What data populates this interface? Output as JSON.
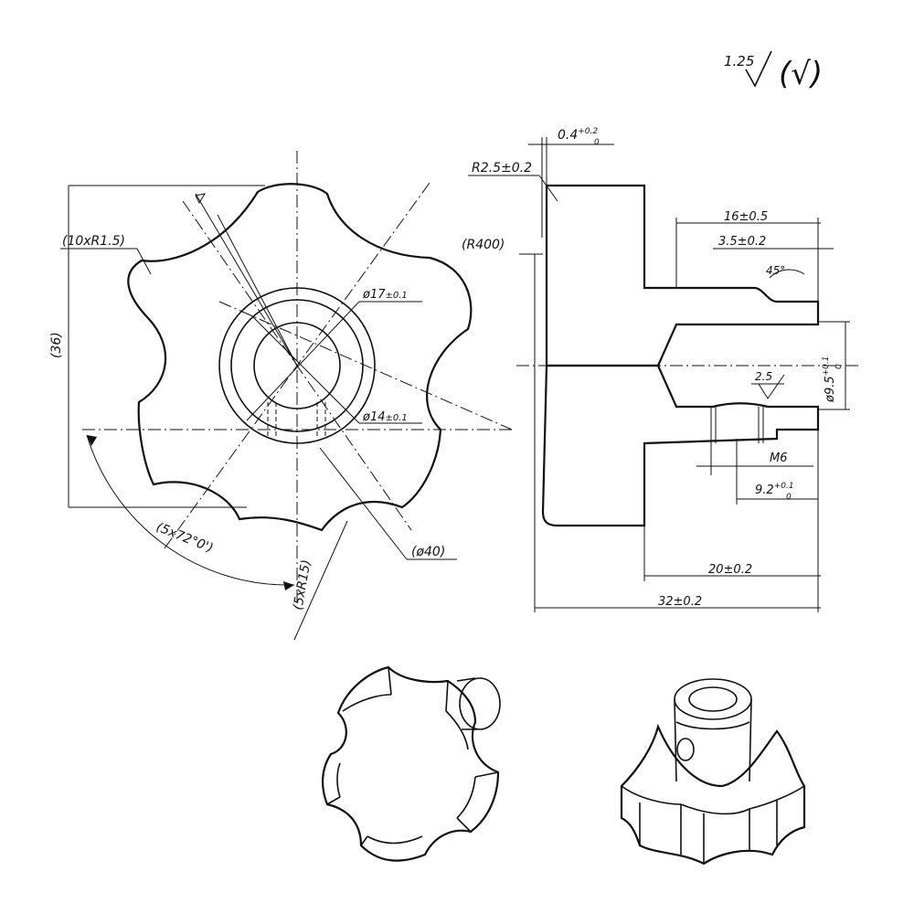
{
  "surface_finish": {
    "value": "1.25",
    "general_symbol": "(√)"
  },
  "front_view": {
    "lobe_fillet": "(10xR1.5)",
    "height": "(36)",
    "outer_ring_dia": "ø17",
    "outer_ring_tol": "±0.1",
    "inner_ring_dia": "ø14",
    "inner_ring_tol": "±0.1",
    "angular_spacing": "(5x72°0')",
    "lobe_radius": "(5xR15)",
    "overall_dia": "(ø40)"
  },
  "section_view": {
    "chamfer_label": "0.4",
    "chamfer_tol_upper": "+0.2",
    "chamfer_tol_lower": "0",
    "edge_radius": "R2.5±0.2",
    "face_radius": "(R400)",
    "shank_length": "16±0.5",
    "groove_offset": "3.5±0.2",
    "chamfer_angle": "45°",
    "bore_dia": "ø9.5",
    "bore_tol_upper": "+0.1",
    "bore_tol_lower": "0",
    "groove_finish": "2.5",
    "thread": "M6",
    "thread_pos": "9.2",
    "thread_tol_upper": "+0.1",
    "thread_tol_lower": "0",
    "neck_length": "20±0.2",
    "overall_length": "32±0.2"
  },
  "isometric_views": [
    {
      "view": "front-knob"
    },
    {
      "view": "rear-shank"
    }
  ]
}
